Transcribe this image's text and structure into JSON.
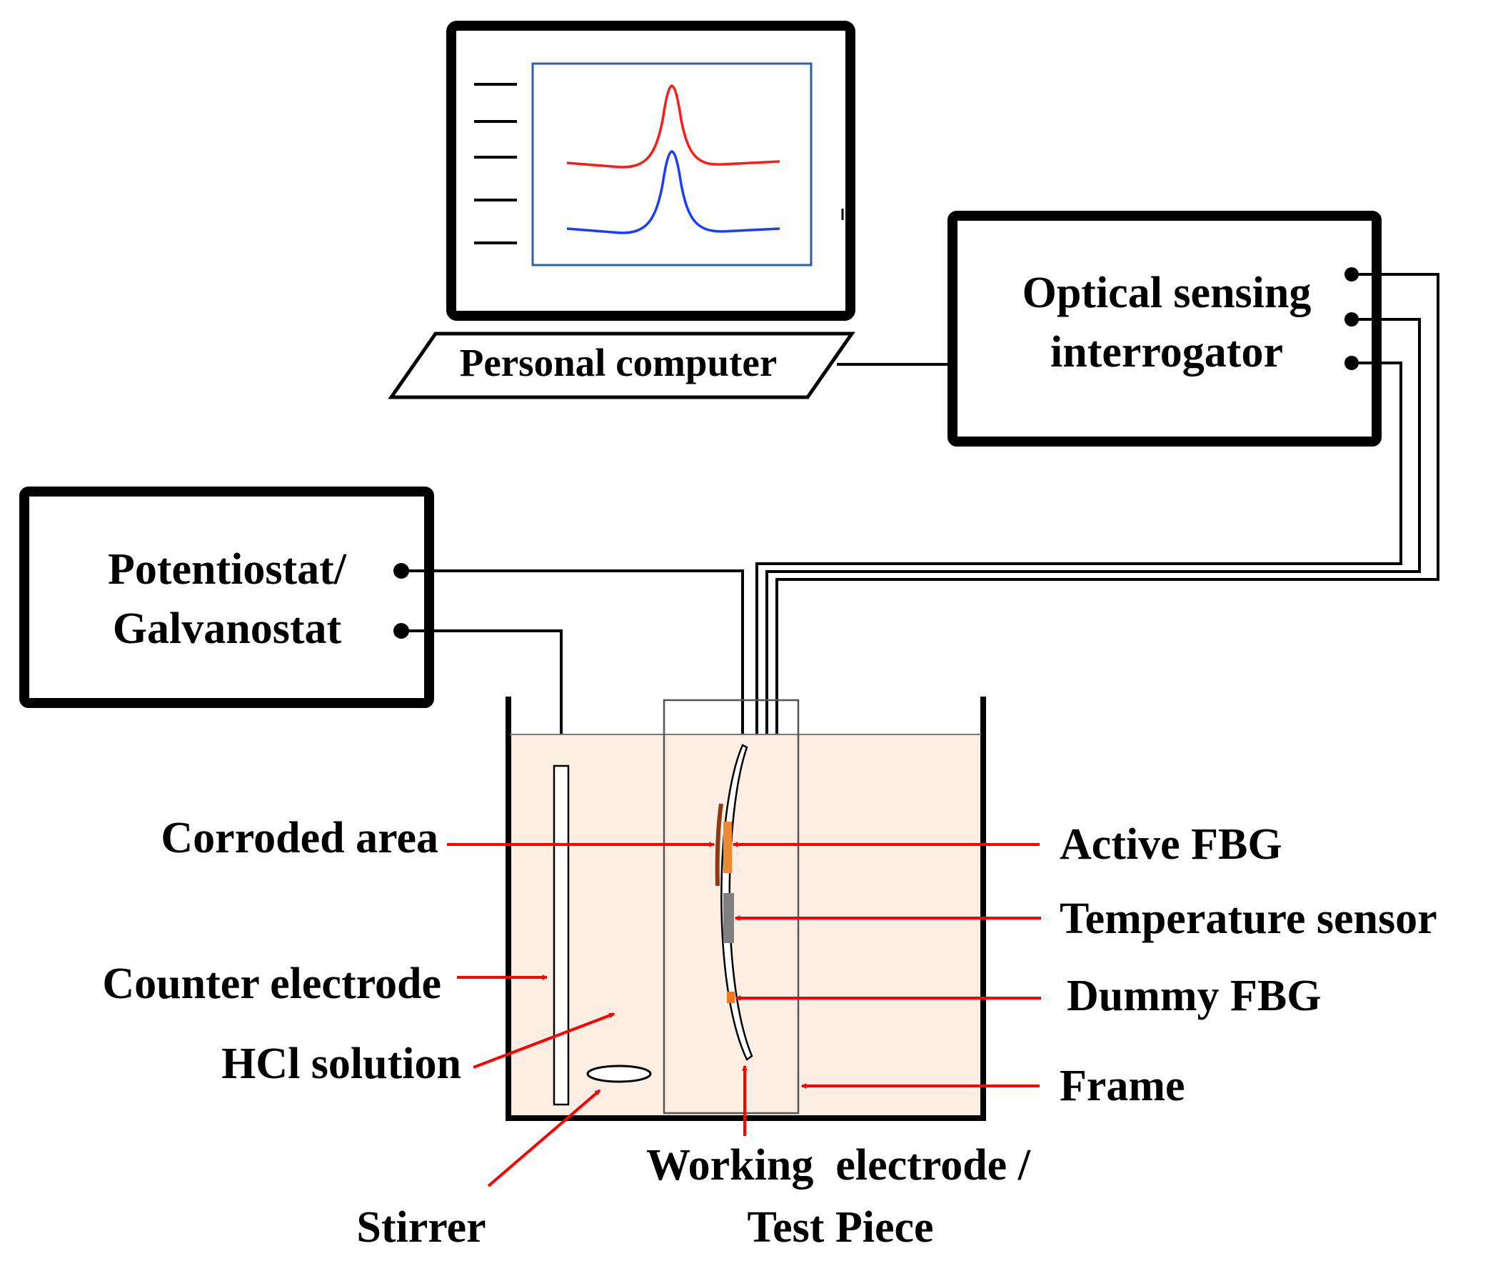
{
  "colors": {
    "line": "#000000",
    "arrow": "#ff0000",
    "solution": "#fdeee4",
    "plot_frame": "#2f5fa8",
    "curve_top": "#ff1a1a",
    "curve_bottom": "#1a3cff",
    "corrosion": "#8b3a12",
    "active_fbg": "#f08a30",
    "temp_sensor": "#808080",
    "dummy_fbg": "#f07820"
  },
  "labels": {
    "personal_computer": "Personal computer",
    "interrogator_line1": "Optical sensing",
    "interrogator_line2": "interrogator",
    "potentiostat_line1": "Potentiostat/",
    "potentiostat_line2": "Galvanostat",
    "corroded_area": "Corroded area",
    "counter_electrode": "Counter electrode",
    "hcl_solution": "HCl solution",
    "stirrer": "Stirrer",
    "active_fbg": "Active FBG",
    "temperature_sensor": "Temperature sensor",
    "dummy_fbg": "Dummy FBG",
    "frame": "Frame",
    "working_electrode_line1": "Working  electrode /",
    "working_electrode_line2": "Test Piece"
  }
}
